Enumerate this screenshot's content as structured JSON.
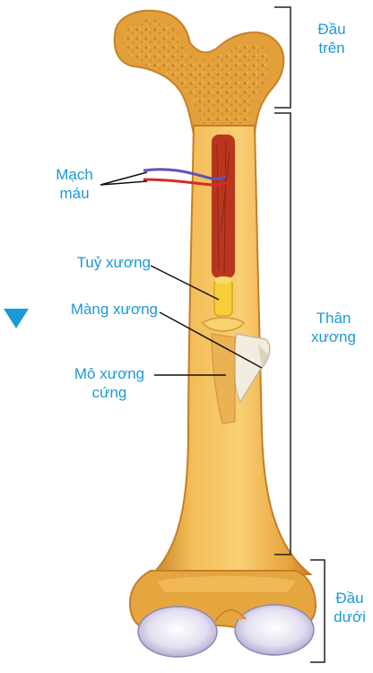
{
  "labels": {
    "dau_tren_1": "Đầu",
    "dau_tren_2": "trên",
    "than_xuong_1": "Thân",
    "than_xuong_2": "xương",
    "dau_duoi_1": "Đầu",
    "dau_duoi_2": "dưới",
    "mach_mau_1": "Mạch",
    "mach_mau_2": "máu",
    "tuy_xuong": "Tuỷ xương",
    "mang_xuong": "Màng xương",
    "mo_xuong_cung_1": "Mô xương",
    "mo_xuong_cung_2": "cứng"
  },
  "colors": {
    "label": "#1a9ad6",
    "bone_outer": "#e8a53c",
    "bone_light": "#f6c86a",
    "bone_shadow": "#c9842a",
    "marrow": "#b8361e",
    "vessel_red": "#d52a2a",
    "vessel_blue": "#5a56b8",
    "cartilage": "#d9d3ea",
    "bracket": "#222222",
    "arrow": "#1a9ad6"
  }
}
